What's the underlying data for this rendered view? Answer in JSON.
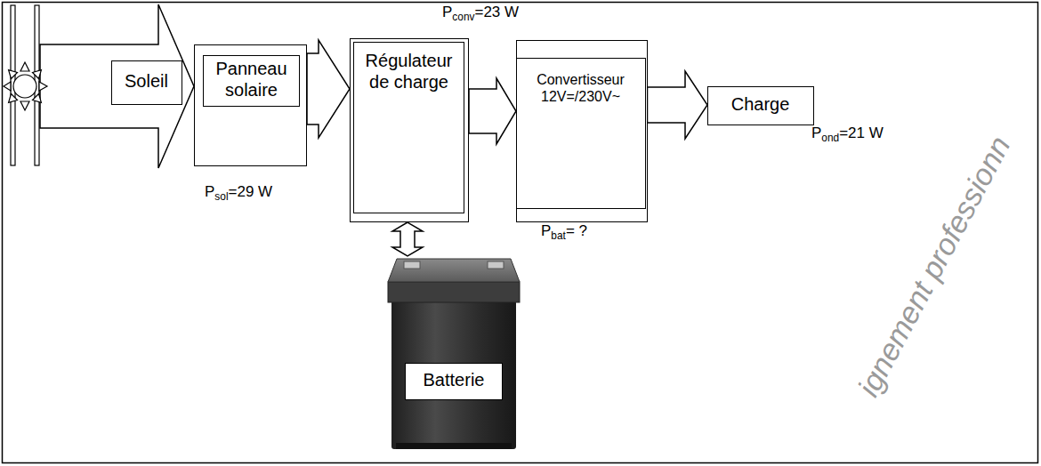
{
  "diagram": {
    "nodes": [
      {
        "text": [
          "Soleil"
        ]
      },
      {
        "text": [
          "Panneau solaire"
        ]
      },
      {
        "text": [
          "Régulateur de charge"
        ]
      },
      {
        "text": [
          "Convertisseur 12V=/230V~"
        ]
      },
      {
        "text": [
          "Charge"
        ]
      },
      {
        "text": [
          "Batterie"
        ]
      }
    ],
    "edges": [
      {
        "from": 0,
        "to": 1,
        "arrow": "to"
      },
      {
        "from": 1,
        "to": 2,
        "arrow": "to"
      },
      {
        "from": 2,
        "to": 3,
        "arrow": "to"
      },
      {
        "from": 3,
        "to": 4,
        "arrow": "to"
      },
      {
        "from": 2,
        "to": 5,
        "arrow": "both"
      }
    ],
    "labels": [
      "Pconv=23 W",
      "Psol=29 W",
      "Pond=21 W",
      "Pbat= ?",
      "ignement professionn"
    ]
  }
}
